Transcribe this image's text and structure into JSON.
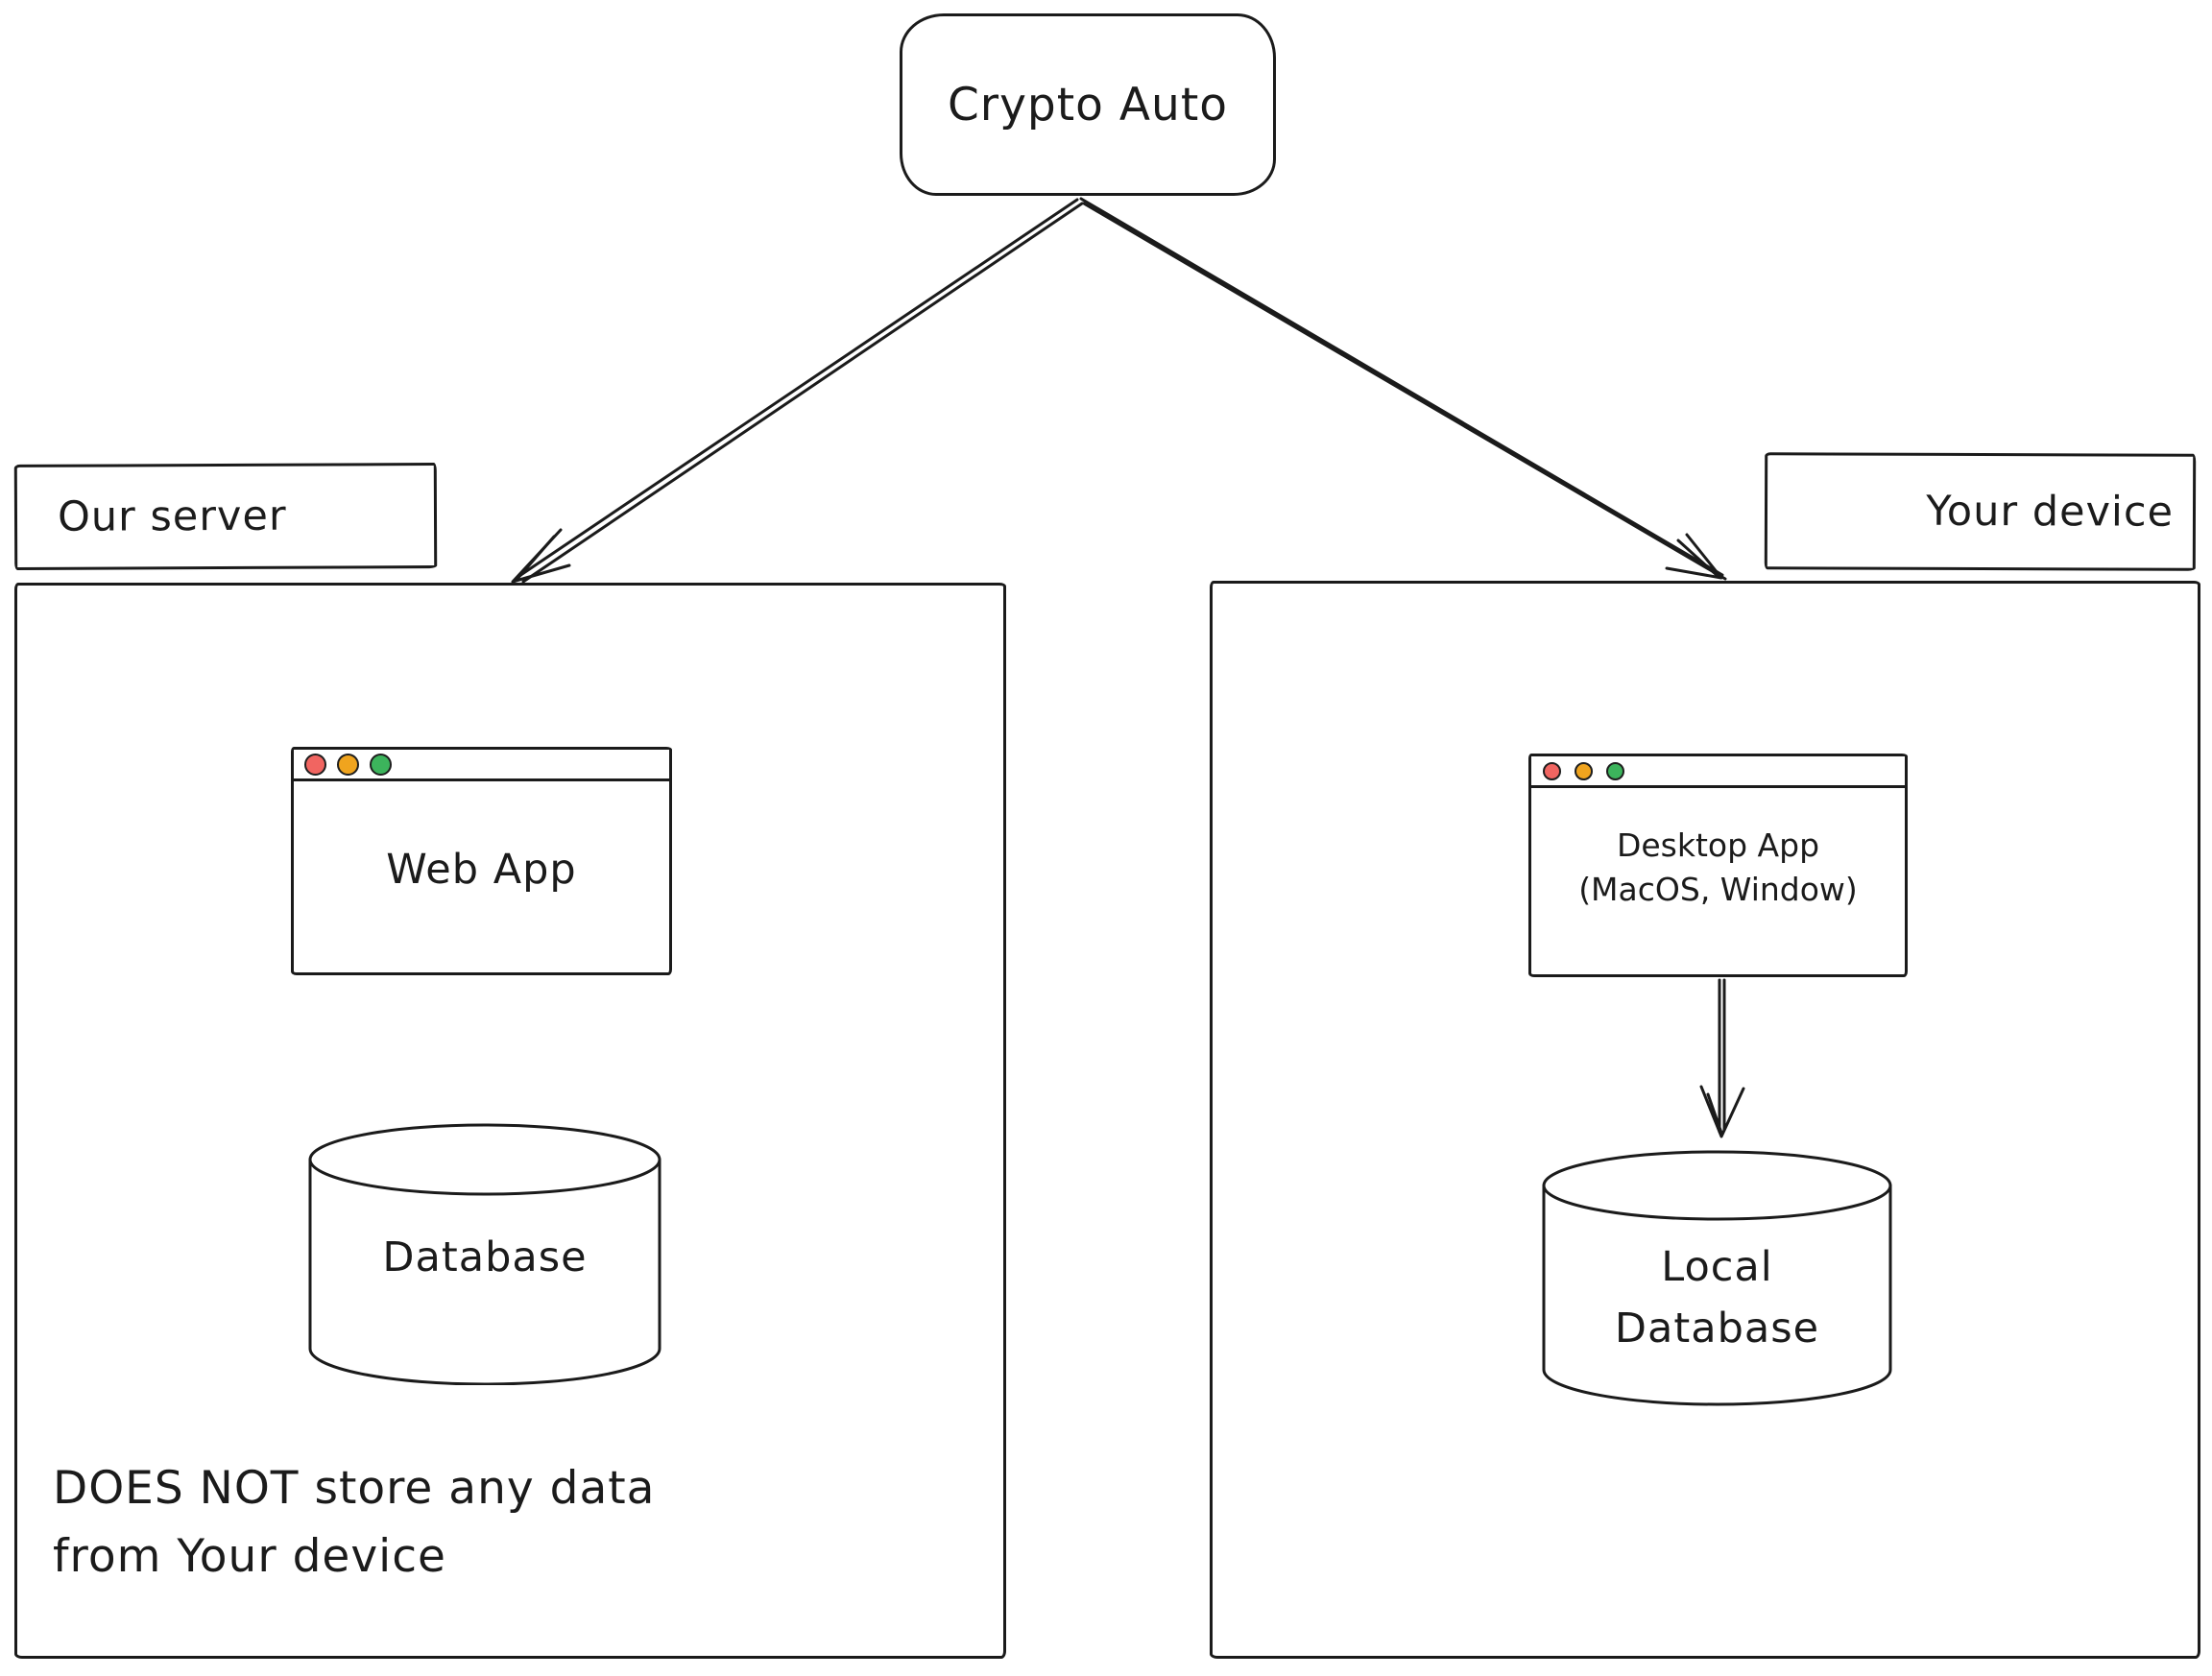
{
  "colors": {
    "ink": "#1b1b1b",
    "traffic_red": "#f16561",
    "traffic_yellow": "#f0a41e",
    "traffic_green": "#3cb45c"
  },
  "root": {
    "label": "Crypto Auto"
  },
  "server_side": {
    "label": "Our server",
    "web_app_window": {
      "title": "Web App"
    },
    "database": {
      "label": "Database"
    },
    "note": {
      "line1": "DOES NOT store any data",
      "line2": "from Your device"
    }
  },
  "device_side": {
    "label": "Your device",
    "desktop_app_window": {
      "title_line1": "Desktop App",
      "title_line2": "(MacOS, Window)"
    },
    "local_database": {
      "line1": "Local",
      "line2": "Database"
    }
  }
}
